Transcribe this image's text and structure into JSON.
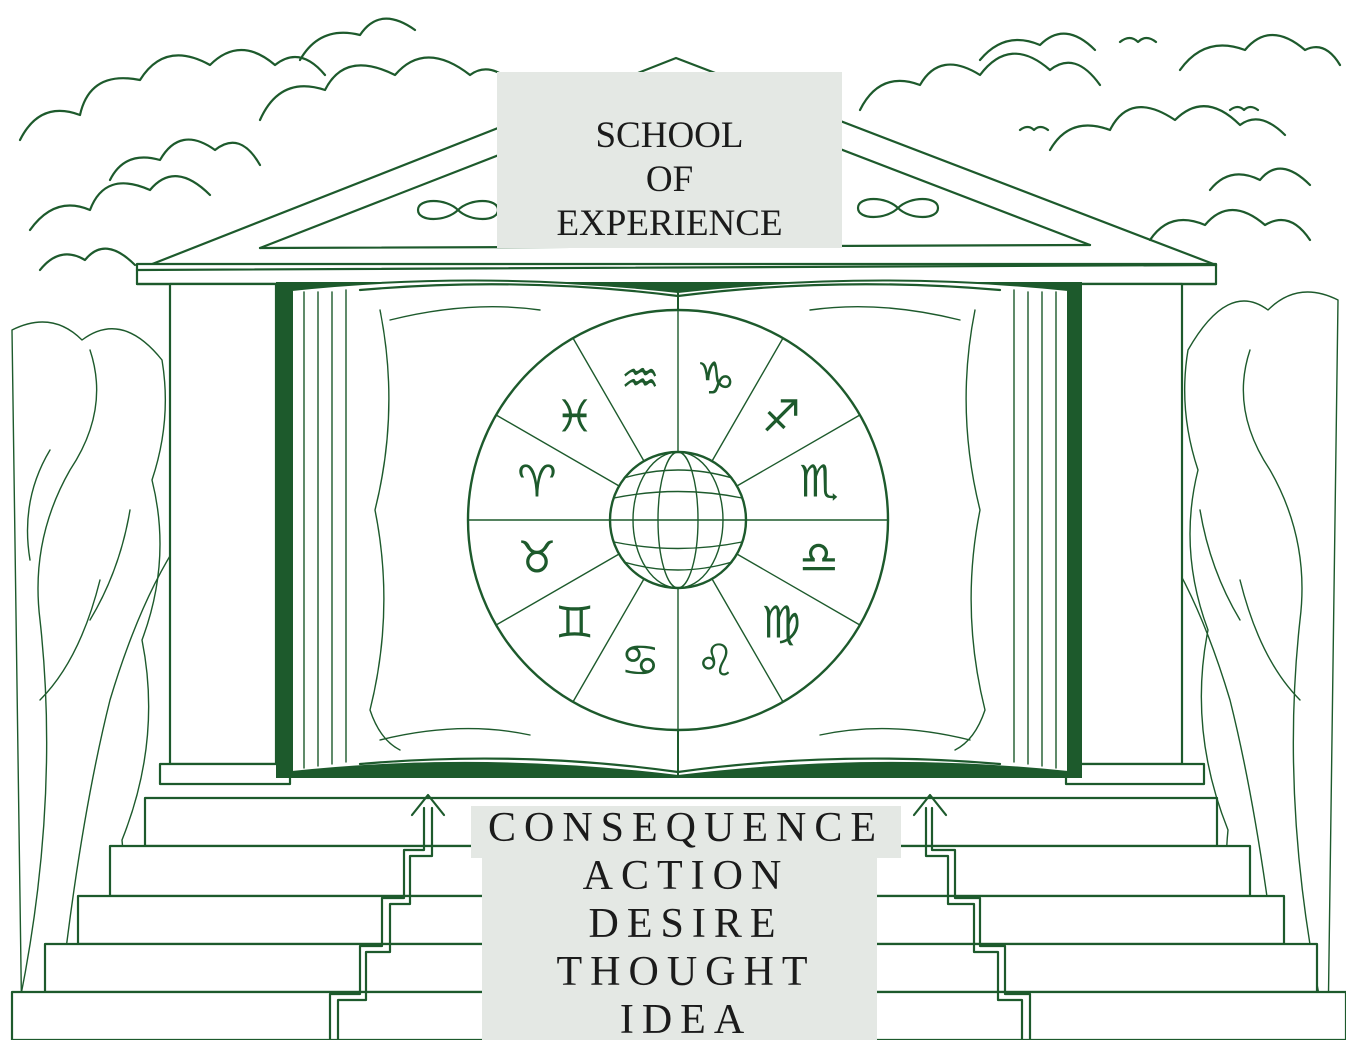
{
  "title": {
    "lines": [
      "SCHOOL",
      "OF",
      "EXPERIENCE"
    ]
  },
  "steps": [
    "CONSEQUENCE",
    "ACTION",
    "DESIRE",
    "THOUGHT",
    "IDEA"
  ],
  "zodiac_signs": [
    "♑",
    "♐",
    "♏",
    "♎",
    "♍",
    "♌",
    "♋",
    "♊",
    "♉",
    "♈",
    "♓",
    "♒"
  ],
  "colors": {
    "ink": "#1d5a2c",
    "panel": "#e4e8e4",
    "text": "#1b1b1b"
  }
}
